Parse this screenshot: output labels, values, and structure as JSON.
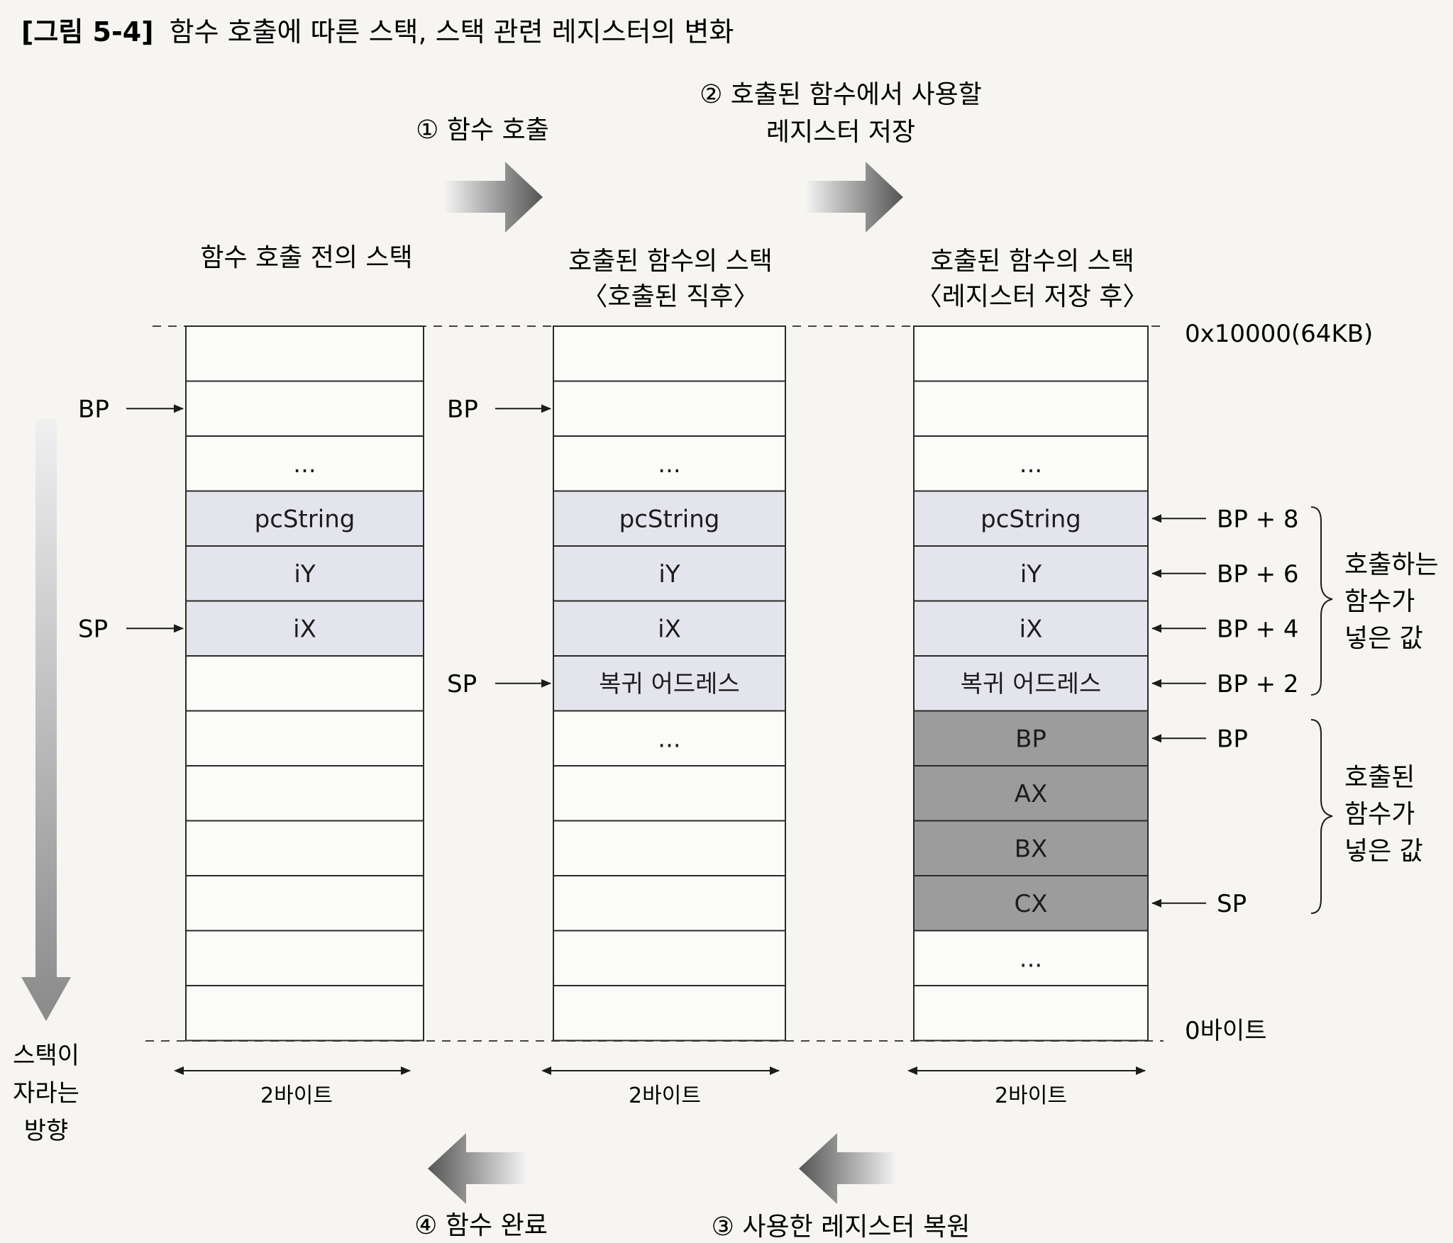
{
  "caption": {
    "label": "[그림 5-4]",
    "text": "함수 호출에 따른 스택, 스택 관련 레지스터의 변화"
  },
  "steps": {
    "step1": "① 함수 호출",
    "step2_line1": "② 호출된 함수에서 사용할",
    "step2_line2": "레지스터 저장",
    "step3": "③ 사용한 레지스터 복원",
    "step4": "④ 함수 완료"
  },
  "stacks": [
    {
      "title_line1": "함수 호출 전의 스택",
      "title_line2": "",
      "cells": [
        "",
        "",
        "...",
        "pcString",
        "iY",
        "iX",
        "",
        "",
        "",
        "",
        "",
        "",
        ""
      ],
      "styles": [
        "w",
        "w",
        "w",
        "l",
        "l",
        "l",
        "w",
        "w",
        "w",
        "w",
        "w",
        "w",
        "w"
      ],
      "width_label": "2바이트",
      "pointers": [
        {
          "label": "BP",
          "row": 1
        },
        {
          "label": "SP",
          "row": 5
        }
      ]
    },
    {
      "title_line1": "호출된 함수의 스택",
      "title_line2": "〈호출된 직후〉",
      "cells": [
        "",
        "",
        "...",
        "pcString",
        "iY",
        "iX",
        "복귀 어드레스",
        "...",
        "",
        "",
        "",
        "",
        ""
      ],
      "styles": [
        "w",
        "w",
        "w",
        "l",
        "l",
        "l",
        "l",
        "w",
        "w",
        "w",
        "w",
        "w",
        "w"
      ],
      "width_label": "2바이트",
      "pointers": [
        {
          "label": "BP",
          "row": 1
        },
        {
          "label": "SP",
          "row": 6
        }
      ]
    },
    {
      "title_line1": "호출된 함수의 스택",
      "title_line2": "〈레지스터 저장 후〉",
      "cells": [
        "",
        "",
        "...",
        "pcString",
        "iY",
        "iX",
        "복귀 어드레스",
        "BP",
        "AX",
        "BX",
        "CX",
        "...",
        ""
      ],
      "styles": [
        "w",
        "w",
        "w",
        "l",
        "l",
        "l",
        "l",
        "d",
        "d",
        "d",
        "d",
        "w",
        "w"
      ],
      "width_label": "2바이트",
      "right_labels": [
        {
          "label": "BP + 8",
          "row": 3
        },
        {
          "label": "BP + 6",
          "row": 4
        },
        {
          "label": "BP + 4",
          "row": 5
        },
        {
          "label": "BP + 2",
          "row": 6
        },
        {
          "label": "BP",
          "row": 7
        },
        {
          "label": "SP",
          "row": 10
        }
      ]
    }
  ],
  "addresses": {
    "top": "0x10000(64KB)",
    "bottom": "0바이트"
  },
  "groups": {
    "caller": [
      "호출하는",
      "함수가",
      "넣은 값"
    ],
    "callee": [
      "호출된",
      "함수가",
      "넣은 값"
    ]
  },
  "growth_label": [
    "스택이",
    "자라는",
    "방향"
  ],
  "colors": {
    "light_cell": "#e4e4ec",
    "dark_cell": "#9c9c9c",
    "line": "#2a2a2a",
    "arrow": "#6f6f6f"
  }
}
